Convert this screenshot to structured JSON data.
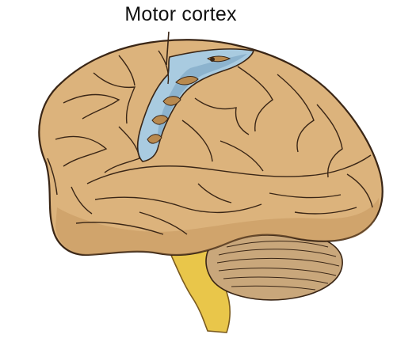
{
  "label": {
    "text": "Motor cortex"
  },
  "colors": {
    "brain_fill": "#dcb37c",
    "brain_shadow": "#b98a4f",
    "outline": "#3a2616",
    "cortex_fill": "#a9cbe0",
    "cortex_shadow": "#7aa4c2",
    "stem": "#e9c64a",
    "stem_outline": "#7b5b1f",
    "cerebellum": "#c9a77b",
    "background": "#ffffff"
  },
  "icons": [
    "brain-illustration",
    "motor-cortex-region",
    "cerebellum",
    "brain-stem",
    "leader-line"
  ]
}
